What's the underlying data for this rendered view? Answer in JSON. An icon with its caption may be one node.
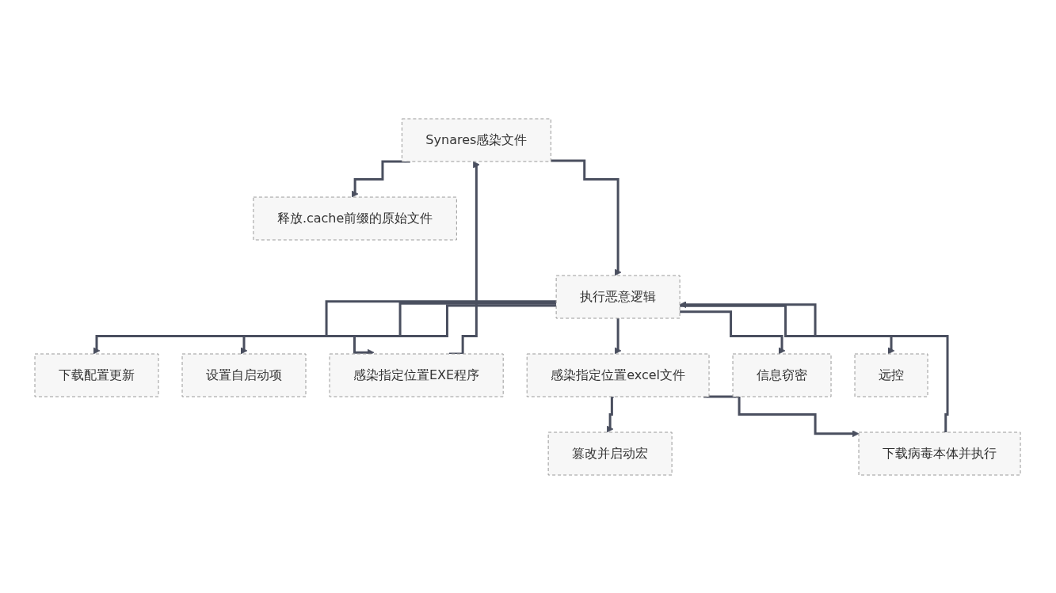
{
  "diagram": {
    "nodes": [
      {
        "text": [
          "Synares感染文件"
        ]
      },
      {
        "text": [
          "释放.cache前缀的原始文件"
        ]
      },
      {
        "text": [
          "执行恶意逻辑"
        ]
      },
      {
        "text": [
          "下载配置更新"
        ]
      },
      {
        "text": [
          "设置自启动项"
        ]
      },
      {
        "text": [
          "感染指定位置EXE程序"
        ]
      },
      {
        "text": [
          "感染指定位置excel文件"
        ]
      },
      {
        "text": [
          "信息窃密"
        ]
      },
      {
        "text": [
          "远控"
        ]
      },
      {
        "text": [
          "篡改并启动宏"
        ]
      },
      {
        "text": [
          "下载病毒本体并执行"
        ]
      }
    ],
    "edges": [
      {
        "from": 0,
        "to": 1,
        "arrow": "to"
      },
      {
        "from": 0,
        "to": 2,
        "arrow": "to"
      },
      {
        "from": 2,
        "to": 3,
        "arrow": "to"
      },
      {
        "from": 2,
        "to": 4,
        "arrow": "to"
      },
      {
        "from": 2,
        "to": 5,
        "arrow": "to"
      },
      {
        "from": 2,
        "to": 6,
        "arrow": "to"
      },
      {
        "from": 2,
        "to": 7,
        "arrow": "to"
      },
      {
        "from": 2,
        "to": 8,
        "arrow": "to"
      },
      {
        "from": 5,
        "to": 0,
        "arrow": "to"
      },
      {
        "from": 6,
        "to": 9,
        "arrow": "to"
      },
      {
        "from": 6,
        "to": 10,
        "arrow": "to"
      },
      {
        "from": 10,
        "to": 2,
        "arrow": "to"
      }
    ]
  }
}
